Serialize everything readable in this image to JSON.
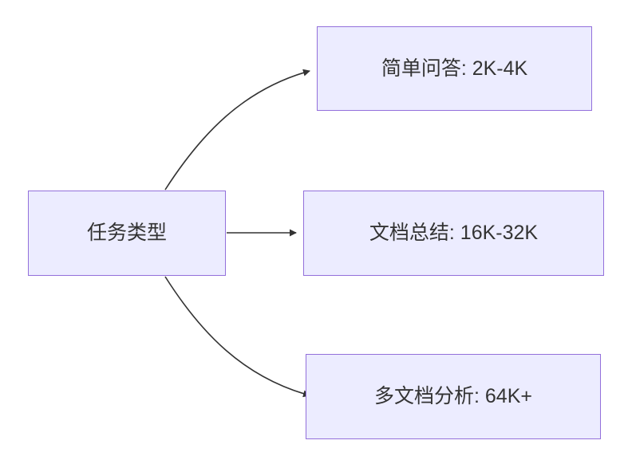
{
  "diagram": {
    "root": {
      "label": "任务类型"
    },
    "nodes": [
      {
        "label": "简单问答: 2K-4K"
      },
      {
        "label": "文档总结: 16K-32K"
      },
      {
        "label": "多文档分析: 64K+"
      }
    ],
    "colors": {
      "node_fill": "#ECECFF",
      "node_border": "#9370DB",
      "edge": "#333333",
      "text": "#333333"
    }
  }
}
